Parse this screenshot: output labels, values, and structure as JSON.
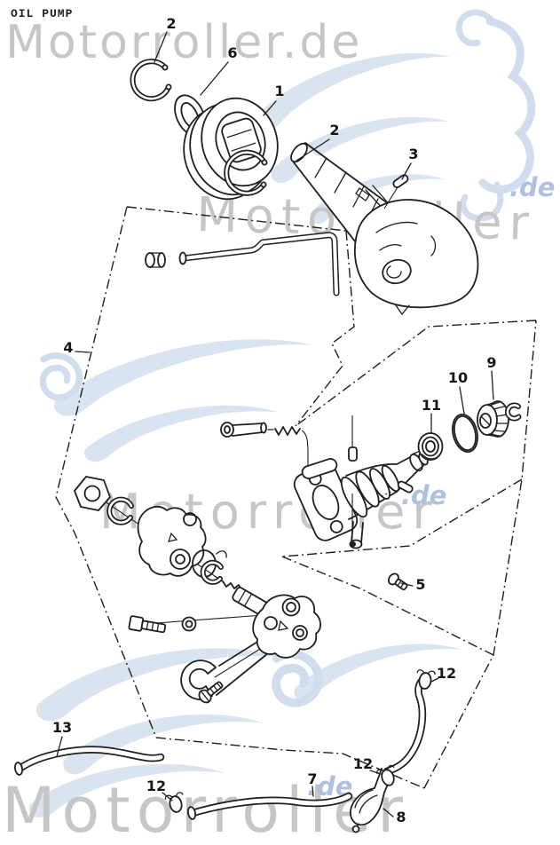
{
  "header": {
    "title": "OIL PUMP"
  },
  "watermarks": {
    "top": "Motorroller.de",
    "upper": {
      "text": "Motorroller",
      "suffix": ".de"
    },
    "middle": {
      "text": "Motorroller",
      "suffix": ".de"
    },
    "bottom": {
      "text": "Motorroller",
      "suffix": ".de"
    }
  },
  "colors": {
    "background": "#ffffff",
    "line_art": "#1f1f1f",
    "watermark_gray": "#c6c6c6",
    "watermark_blue": "#b0c1dd",
    "logo_blue": "#d6e0ef"
  },
  "callouts": [
    {
      "number": "2"
    },
    {
      "number": "6"
    },
    {
      "number": "1"
    },
    {
      "number": "2"
    },
    {
      "number": "3"
    },
    {
      "number": "4"
    },
    {
      "number": "9"
    },
    {
      "number": "10"
    },
    {
      "number": "11"
    },
    {
      "number": "5"
    },
    {
      "number": "12"
    },
    {
      "number": "13"
    },
    {
      "number": "12"
    },
    {
      "number": "7"
    },
    {
      "number": "12"
    },
    {
      "number": "8"
    }
  ]
}
